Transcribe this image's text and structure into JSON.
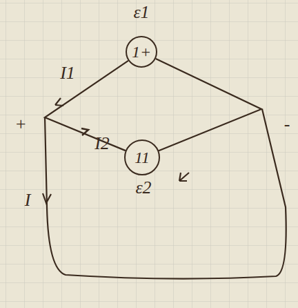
{
  "diagram": {
    "nodes": [
      {
        "text": [
          "1+"
        ]
      },
      {
        "text": [
          "11"
        ]
      }
    ],
    "edges": [
      {
        "from": 0,
        "to": 1,
        "arrow": "none"
      },
      {
        "from": 0,
        "to": 1,
        "arrow": "none"
      }
    ],
    "labels": [
      "ε1",
      "I1",
      "+",
      "-",
      "I2",
      "ε2",
      "I"
    ]
  }
}
